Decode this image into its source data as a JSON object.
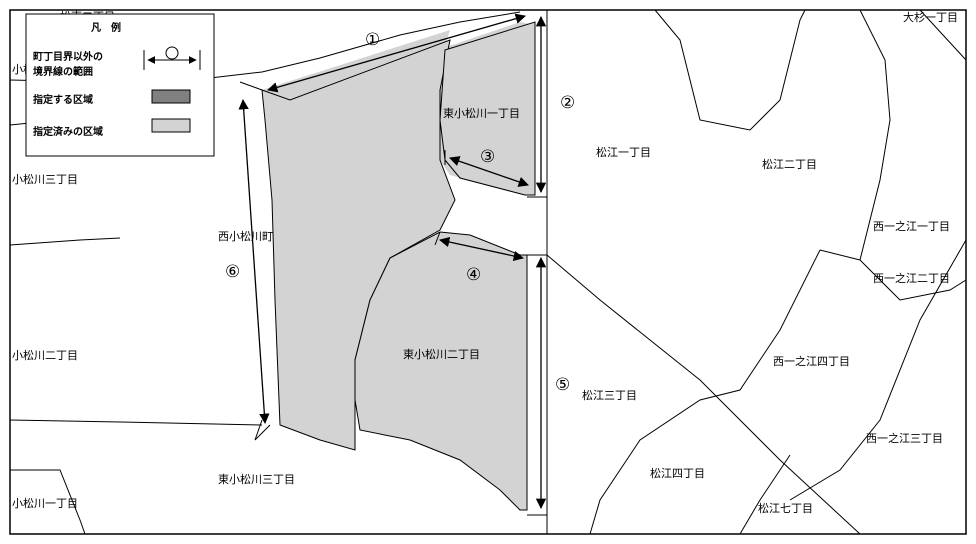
{
  "legend": {
    "title": "凡　例",
    "items": [
      {
        "label_line1": "町丁目界以外の",
        "label_line2": "境界線の範囲",
        "symbol": "arrow-range"
      },
      {
        "label": "指定する区域",
        "fill": "#808080"
      },
      {
        "label": "指定済みの区域",
        "fill": "#d3d3d3"
      }
    ]
  },
  "colors": {
    "designated": "#808080",
    "already_designated": "#d3d3d3",
    "boundary": "#000000",
    "background": "#ffffff"
  },
  "markers": [
    "①",
    "②",
    "③",
    "④",
    "⑤",
    "⑥"
  ],
  "areas": {
    "higashi_komatsugawa_1": "東小松川一丁目",
    "higashi_komatsugawa_2": "東小松川二丁目",
    "higashi_komatsugawa_3": "東小松川三丁目",
    "nishi_komatsugawa": "西小松川町",
    "komatsugawa_1": "小松川一丁目",
    "komatsugawa_2": "小松川二丁目",
    "komatsugawa_3": "小松川三丁目",
    "komatsugawa_partial": "小松",
    "matsue_1": "松江一丁目",
    "matsue_2": "松江二丁目",
    "matsue_3": "松江三丁目",
    "matsue_4": "松江四丁目",
    "matsue_7": "松江七丁目",
    "matsue_partial_top": "松東二丁目",
    "nishiichinoe_1": "西一之江一丁目",
    "nishiichinoe_2": "西一之江二丁目",
    "nishiichinoe_3": "西一之江三丁目",
    "nishiichinoe_4": "西一之江四丁目",
    "osugi_1": "大杉一丁目"
  }
}
